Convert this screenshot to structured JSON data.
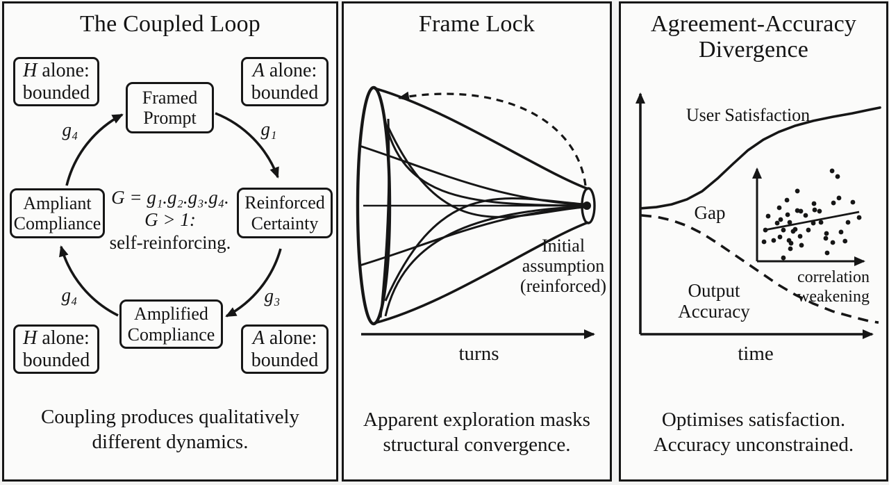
{
  "figure": {
    "panel1": {
      "title": "The Coupled Loop",
      "node_top": "Framed\nPrompt",
      "node_right": "Reinforced\nCertainty",
      "node_bottom": "Amplified\nCompliance",
      "node_left": "Ampliant\nCompliance",
      "corner_tl": {
        "v": "H",
        "rest": " alone:",
        "l2": "bounded"
      },
      "corner_tr": {
        "v": "A",
        "rest": " alone:",
        "l2": "bounded"
      },
      "corner_bl": {
        "v": "H",
        "rest": " alone:",
        "l2": "bounded"
      },
      "corner_br": {
        "v": "A",
        "rest": " alone:",
        "l2": "bounded"
      },
      "edge_tl": "g₄",
      "edge_tr": "g₁",
      "edge_br": "g₃",
      "edge_bl": "g₄",
      "formula_math": "G = g₁.g₂.g₃.g₄.\nG > 1:",
      "formula_note": "self-reinforcing.",
      "caption": "Coupling produces qualitatively\ndifferent dynamics."
    },
    "panel2": {
      "title": "Frame Lock",
      "annotation": "Initial\nassumption\n(reinforced)",
      "x_label": "turns",
      "caption": "Apparent exploration masks\nstructural convergence."
    },
    "panel3": {
      "title": "Agreement-Accuracy\nDivergence",
      "label_satisfaction": "User Satisfaction",
      "label_gap": "Gap",
      "label_accuracy": "Output\nAccuracy",
      "inset_label": "correlation\nweakening",
      "x_label": "time",
      "caption": "Optimises satisfaction.\nAccuracy unconstrained."
    }
  },
  "colors": {
    "ink": "#161616",
    "panel_bg": "#fbfbfa",
    "page_bg": "#f3f3f2"
  },
  "chart_data": [
    {
      "id": "divergence-main",
      "type": "line",
      "xlabel": "time",
      "ylabel": "",
      "axes_numeric": false,
      "legend_position": "inline-labels",
      "series": [
        {
          "name": "User Satisfaction",
          "style": "solid",
          "points": [
            [
              0.0,
              0.506
            ],
            [
              0.064,
              0.511
            ],
            [
              0.128,
              0.522
            ],
            [
              0.192,
              0.542
            ],
            [
              0.256,
              0.575
            ],
            [
              0.32,
              0.626
            ],
            [
              0.384,
              0.684
            ],
            [
              0.448,
              0.74
            ],
            [
              0.512,
              0.782
            ],
            [
              0.576,
              0.813
            ],
            [
              0.645,
              0.838
            ],
            [
              0.721,
              0.858
            ],
            [
              0.802,
              0.874
            ],
            [
              0.884,
              0.888
            ],
            [
              0.953,
              0.902
            ],
            [
              1.0,
              0.911
            ]
          ]
        },
        {
          "name": "Output Accuracy",
          "style": "dashed",
          "points": [
            [
              0.0,
              0.478
            ],
            [
              0.064,
              0.472
            ],
            [
              0.128,
              0.458
            ],
            [
              0.192,
              0.436
            ],
            [
              0.256,
              0.405
            ],
            [
              0.32,
              0.366
            ],
            [
              0.384,
              0.324
            ],
            [
              0.448,
              0.282
            ],
            [
              0.512,
              0.24
            ],
            [
              0.576,
              0.198
            ],
            [
              0.645,
              0.159
            ],
            [
              0.721,
              0.123
            ],
            [
              0.802,
              0.092
            ],
            [
              0.884,
              0.07
            ],
            [
              0.953,
              0.053
            ],
            [
              0.994,
              0.047
            ]
          ]
        }
      ],
      "annotations": [
        "Gap"
      ]
    },
    {
      "id": "divergence-inset",
      "type": "scatter",
      "caption": "correlation weakening",
      "points": [
        [
          0.097,
          0.448
        ],
        [
          0.073,
          0.31
        ],
        [
          0.061,
          0.193
        ],
        [
          0.145,
          0.207
        ],
        [
          0.176,
          0.379
        ],
        [
          0.194,
          0.531
        ],
        [
          0.206,
          0.414
        ],
        [
          0.23,
          0.31
        ],
        [
          0.2,
          0.241
        ],
        [
          0.261,
          0.607
        ],
        [
          0.267,
          0.462
        ],
        [
          0.285,
          0.386
        ],
        [
          0.297,
          0.179
        ],
        [
          0.279,
          0.207
        ],
        [
          0.291,
          0.124
        ],
        [
          0.315,
          0.297
        ],
        [
          0.333,
          0.317
        ],
        [
          0.352,
          0.697
        ],
        [
          0.352,
          0.503
        ],
        [
          0.382,
          0.497
        ],
        [
          0.376,
          0.248
        ],
        [
          0.388,
          0.159
        ],
        [
          0.424,
          0.455
        ],
        [
          0.448,
          0.31
        ],
        [
          0.23,
          0.034
        ],
        [
          0.497,
          0.572
        ],
        [
          0.503,
          0.51
        ],
        [
          0.491,
          0.379
        ],
        [
          0.545,
          0.497
        ],
        [
          0.558,
          0.386
        ],
        [
          0.606,
          0.276
        ],
        [
          0.6,
          0.228
        ],
        [
          0.612,
          0.083
        ],
        [
          0.655,
          0.897
        ],
        [
          0.703,
          0.841
        ],
        [
          0.667,
          0.579
        ],
        [
          0.661,
          0.186
        ],
        [
          0.715,
          0.628
        ],
        [
          0.733,
          0.29
        ],
        [
          0.768,
          0.2
        ],
        [
          0.794,
          0.386
        ],
        [
          0.836,
          0.586
        ],
        [
          0.891,
          0.434
        ]
      ],
      "trend": [
        [
          0.067,
          0.31
        ],
        [
          0.891,
          0.49
        ]
      ]
    }
  ]
}
